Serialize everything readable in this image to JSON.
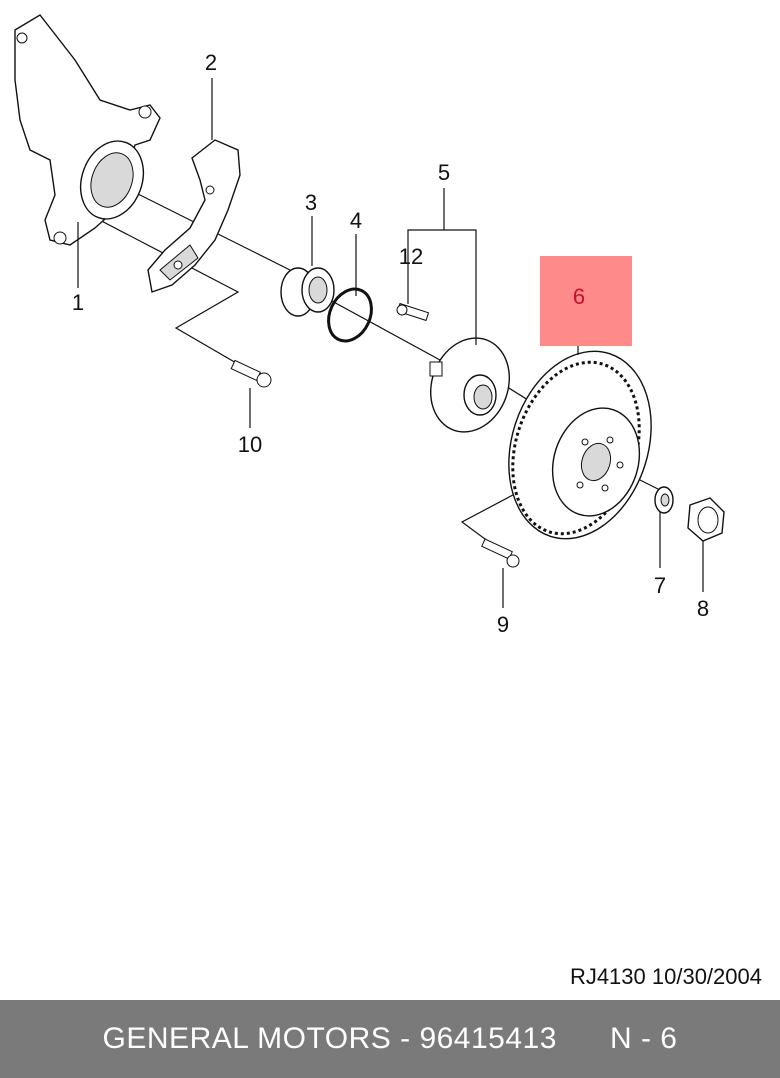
{
  "diagram": {
    "callouts": [
      "1",
      "2",
      "3",
      "4",
      "5",
      "12",
      "6",
      "10",
      "9",
      "7",
      "8"
    ],
    "highlight_color": "#ff8a8a"
  },
  "drawing_id": "RJ4130  10/30/2004",
  "footer": {
    "brand": "GENERAL MOTORS",
    "separator": " - ",
    "part_number": "96415413",
    "page": "N - 6",
    "background_color": "#7a7a7a"
  }
}
